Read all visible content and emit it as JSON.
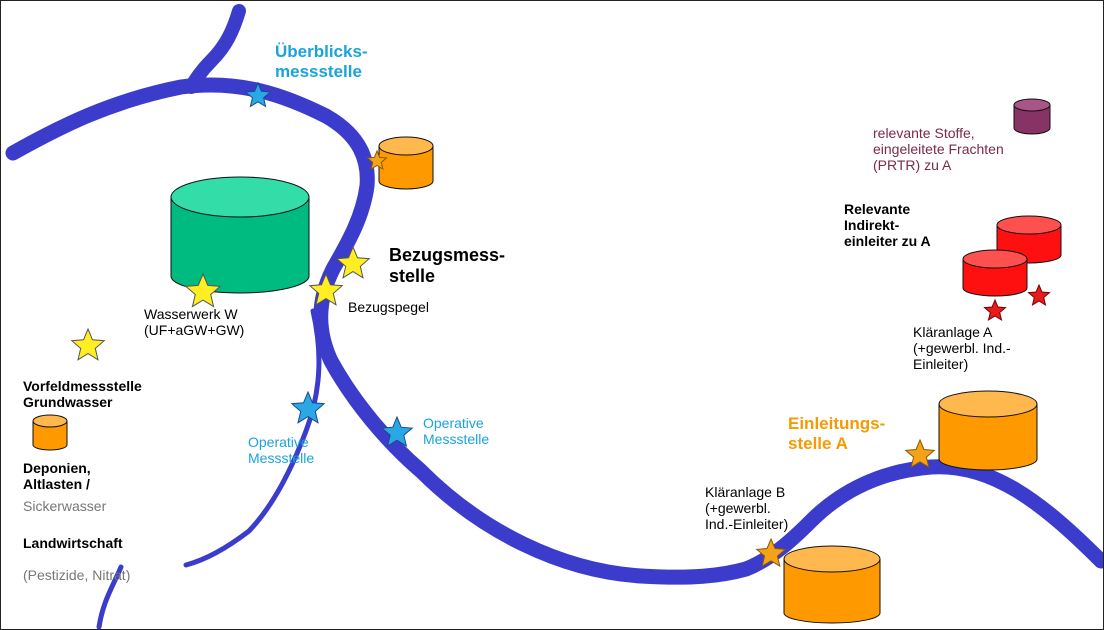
{
  "colors": {
    "river": "#3c3ccc",
    "star_blue": "#2aa8e6",
    "star_yellow": "#ffee22",
    "star_orange": "#f5a21a",
    "star_red": "#e61c1c",
    "tank_orange": "#ff9900",
    "tank_green": "#00bb80",
    "tank_red": "#ff1010",
    "tank_purple": "#883366",
    "label_blue": "#1aa3dd",
    "label_orange": "#f59a00",
    "label_purple": "#7a2a4a"
  },
  "labels": {
    "ueberblick": "Überblicks-\nmessstelle",
    "bezugsmess": "Bezugsmess-\nstelle",
    "bezugspegel": "Bezugspegel",
    "wasserwerk": "Wasserwerk W\n(UF+aGW+GW)",
    "vorfeld": "Vorfeldmessstelle\nGrundwasser",
    "deponien": "Deponien,\nAltlasten /",
    "sickerwasser": "Sickerwasser",
    "landwirtschaft": "Landwirtschaft",
    "pestizide": "(Pestizide, Nitrat)",
    "operative_left": "Operative\nMessstelle",
    "operative_mid": "Operative\nMessstelle",
    "relevante_stoffe": "relevante Stoffe,\neingeleitete Frachten\n(PRTR) zu A",
    "indirekt": "Relevante\nIndirekt-\neinleiter zu A",
    "klaeranlage_a": "Kläranlage A\n(+gewerbl. Ind.-\nEinleiter)",
    "einleitung": "Einleitungs-\nstelle A",
    "klaeranlage_b": "Kläranlage B\n(+gewerbl.\nInd.-Einleiter)"
  }
}
